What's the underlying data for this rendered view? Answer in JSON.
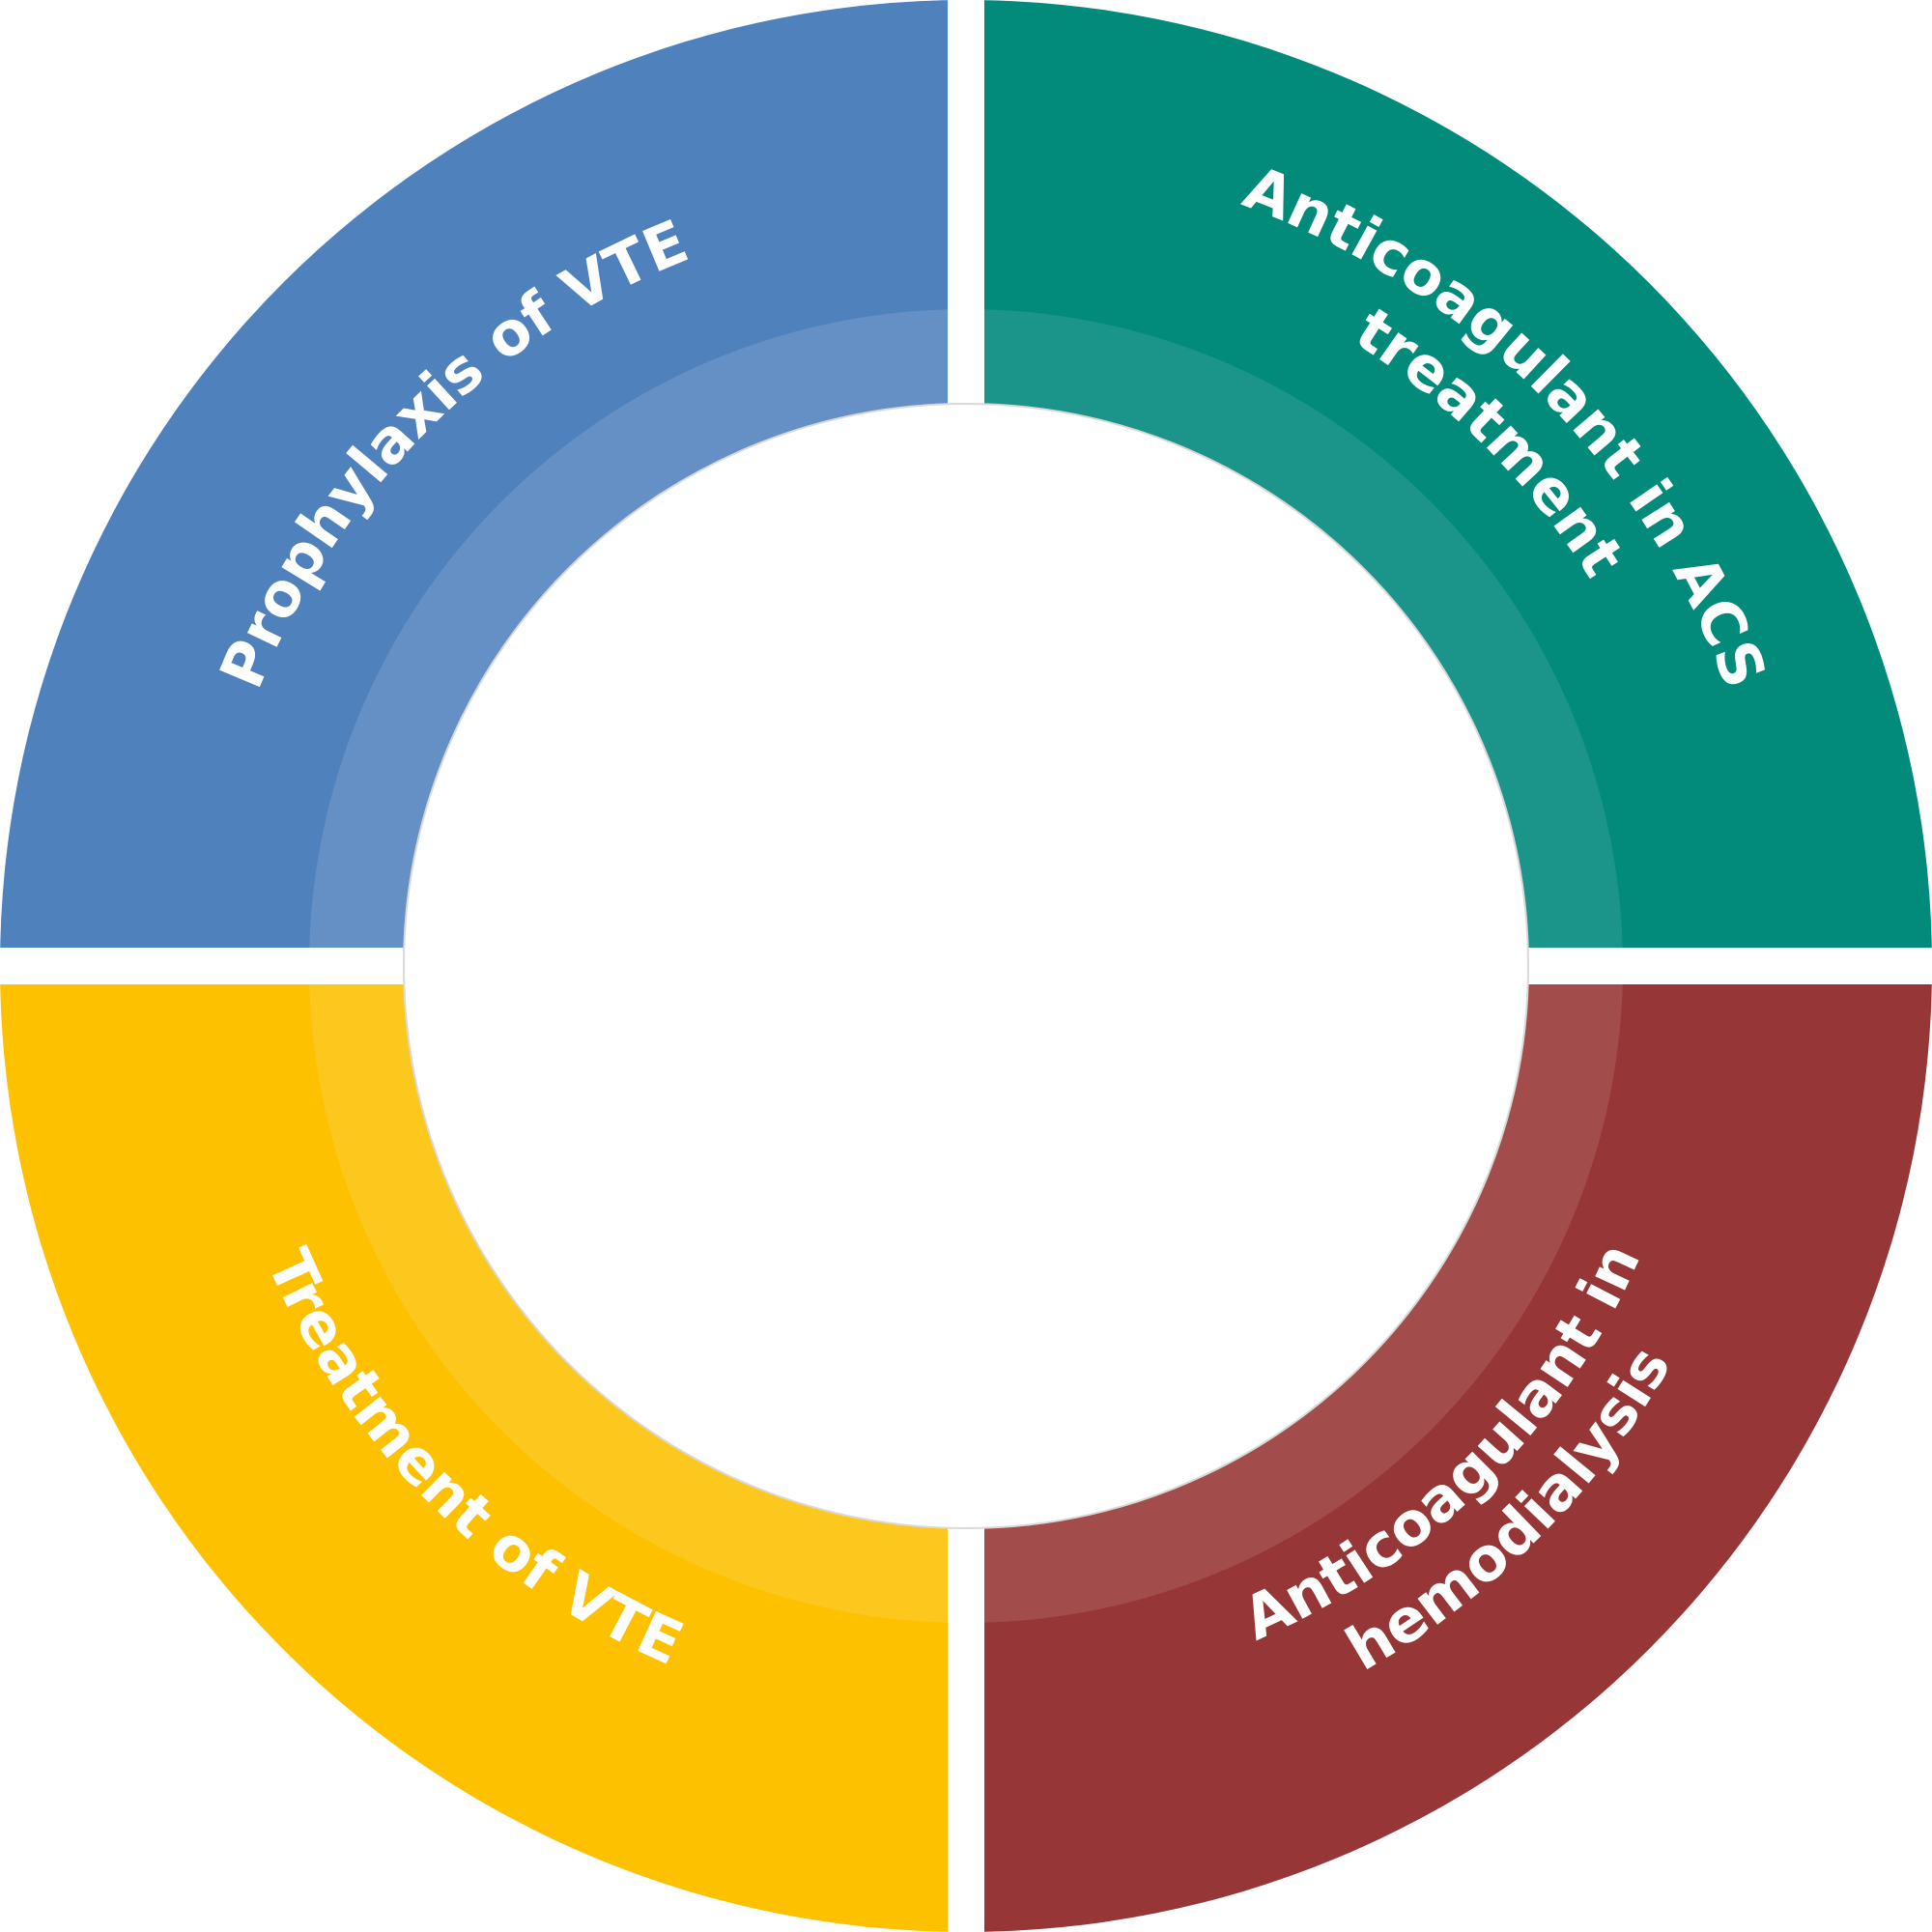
{
  "segments": [
    {
      "id": "top-left",
      "lines": [
        "Prophylaxis of VTE"
      ],
      "color": "#4f81bd",
      "inner_color": "#6490c6"
    },
    {
      "id": "top-right",
      "lines": [
        "Anticoagulant in ACS",
        "treatment"
      ],
      "color": "#028a7b",
      "inner_color": "#1b948a"
    },
    {
      "id": "bottom-right",
      "lines": [
        "Anticoagulant in",
        "hemodialysis"
      ],
      "color": "#963636",
      "inner_color": "#a24c4c"
    },
    {
      "id": "bottom-left",
      "lines": [
        "Treatment of VTE"
      ],
      "color": "#fdc100",
      "inner_color": "#fdc81e"
    }
  ]
}
